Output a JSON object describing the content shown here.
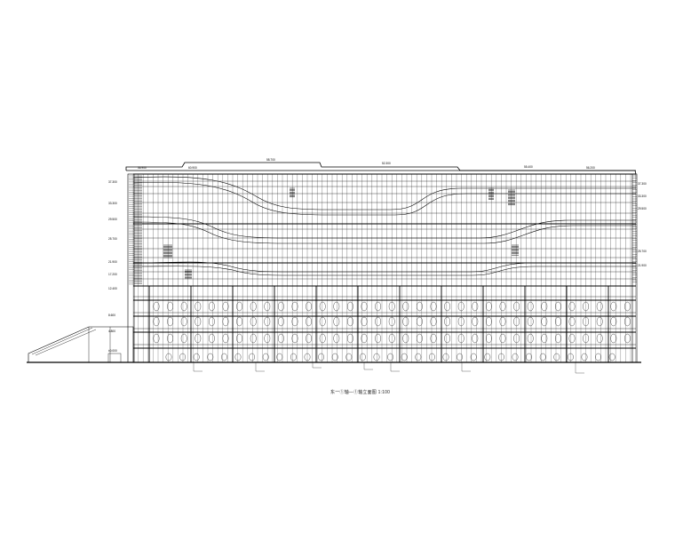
{
  "drawing": {
    "caption": "东一①轴—①轴立面图 1:100",
    "line_color": "#000000",
    "background": "#ffffff",
    "elevation_marks_roof": [
      "56.900",
      "60.900",
      "58.700",
      "52.300",
      "55.400",
      "56.200"
    ],
    "elevation_marks_left": [
      "37.300",
      "33.300",
      "29.500",
      "25.700",
      "21.900",
      "17.200",
      "12.400",
      "8.600",
      "4.800",
      "±0.000"
    ],
    "elevation_marks_right": [
      "37.300",
      "33.300",
      "29.500",
      "25.700",
      "21.900"
    ]
  }
}
